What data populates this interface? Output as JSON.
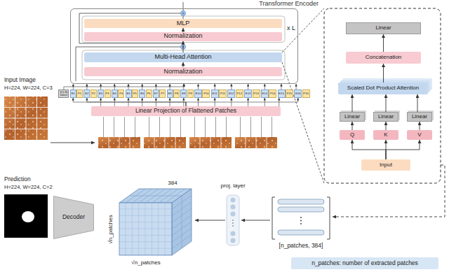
{
  "diagram": {
    "nodes": [
      {
        "text": [
          "Transformer Encoder"
        ]
      },
      {
        "text": [
          "MLP"
        ],
        "in": 0
      },
      {
        "text": [
          "Normalization"
        ],
        "in": 0
      },
      {
        "text": [
          "Multi-Head Attention"
        ],
        "in": 0
      },
      {
        "text": [
          "Normalization"
        ],
        "in": 0
      },
      {
        "text": [
          "Linear"
        ]
      },
      {
        "text": [
          "Concatenation"
        ]
      },
      {
        "text": [
          "Scaled Dot Product Attention"
        ]
      },
      {
        "text": [
          "Linear"
        ]
      },
      {
        "text": [
          "Linear"
        ]
      },
      {
        "text": [
          "Linear"
        ]
      },
      {
        "text": [
          "Q"
        ]
      },
      {
        "text": [
          "K"
        ]
      },
      {
        "text": [
          "V"
        ]
      },
      {
        "text": [
          "Input"
        ]
      },
      {
        "text": [
          "[CLS] token"
        ]
      },
      {
        "text": [
          "E1"
        ]
      },
      {
        "text": [
          "P1"
        ]
      },
      {
        "text": [
          "E2"
        ]
      },
      {
        "text": [
          "P2"
        ]
      },
      {
        "text": [
          "E3"
        ]
      },
      {
        "text": [
          "P3"
        ]
      },
      {
        "text": [
          "E4"
        ]
      },
      {
        "text": [
          "P4"
        ]
      },
      {
        "text": [
          "E5"
        ]
      },
      {
        "text": [
          "P5"
        ]
      },
      {
        "text": [
          "E6"
        ]
      },
      {
        "text": [
          "P6"
        ]
      },
      {
        "text": [
          "E7"
        ]
      },
      {
        "text": [
          "P7"
        ]
      },
      {
        "text": [
          "E8"
        ]
      },
      {
        "text": [
          "P8"
        ]
      },
      {
        "text": [
          "E9"
        ]
      },
      {
        "text": [
          "P9"
        ]
      },
      {
        "text": [
          "E10"
        ]
      },
      {
        "text": [
          "P10"
        ]
      },
      {
        "text": [
          "E11"
        ]
      },
      {
        "text": [
          "P11"
        ]
      },
      {
        "text": [
          "E12"
        ]
      },
      {
        "text": [
          "P12"
        ]
      },
      {
        "text": [
          "E13"
        ]
      },
      {
        "text": [
          "P13"
        ]
      },
      {
        "text": [
          "E14"
        ]
      },
      {
        "text": [
          "P14"
        ]
      },
      {
        "text": [
          "E15"
        ]
      },
      {
        "text": [
          "P15"
        ]
      },
      {
        "text": [
          "E16"
        ]
      },
      {
        "text": [
          "P16"
        ]
      },
      {
        "text": [
          "Linear Projection of Flattened Patches"
        ]
      },
      {
        "text": [
          "Decoder"
        ]
      },
      {
        "text": [
          "n_patches: number of extracted patches"
        ]
      }
    ],
    "edges": [
      {
        "from": 4,
        "to": 3,
        "arrow": "to"
      },
      {
        "from": 3,
        "to": 2,
        "arrow": "to"
      },
      {
        "from": 2,
        "to": 1,
        "arrow": "to"
      },
      {
        "from": 14,
        "to": 11,
        "arrow": "to"
      },
      {
        "from": 14,
        "to": 12,
        "arrow": "to"
      },
      {
        "from": 14,
        "to": 13,
        "arrow": "to"
      },
      {
        "from": 11,
        "to": 8,
        "arrow": "to"
      },
      {
        "from": 12,
        "to": 9,
        "arrow": "to"
      },
      {
        "from": 13,
        "to": 10,
        "arrow": "to"
      },
      {
        "from": 8,
        "to": 7,
        "arrow": "to"
      },
      {
        "from": 9,
        "to": 7,
        "arrow": "to"
      },
      {
        "from": 10,
        "to": 7,
        "arrow": "to"
      },
      {
        "from": 7,
        "to": 6,
        "arrow": "to"
      },
      {
        "from": 6,
        "to": 5,
        "arrow": "to"
      },
      {
        "from": 48,
        "to": 16,
        "arrow": "to"
      },
      {
        "from": 48,
        "to": 18,
        "arrow": "to"
      },
      {
        "from": 48,
        "to": 20,
        "arrow": "to"
      },
      {
        "from": 48,
        "to": 22,
        "arrow": "to"
      },
      {
        "from": 48,
        "to": 24,
        "arrow": "to"
      },
      {
        "from": 48,
        "to": 26,
        "arrow": "to"
      },
      {
        "from": 48,
        "to": 28,
        "arrow": "to"
      },
      {
        "from": 48,
        "to": 30,
        "arrow": "to"
      },
      {
        "from": 48,
        "to": 32,
        "arrow": "to"
      },
      {
        "from": 48,
        "to": 34,
        "arrow": "to"
      },
      {
        "from": 48,
        "to": 36,
        "arrow": "to"
      },
      {
        "from": 48,
        "to": 38,
        "arrow": "to"
      },
      {
        "from": 48,
        "to": 40,
        "arrow": "to"
      },
      {
        "from": 48,
        "to": 42,
        "arrow": "to"
      },
      {
        "from": 48,
        "to": 44,
        "arrow": "to"
      },
      {
        "from": 48,
        "to": 46,
        "arrow": "to"
      },
      {
        "from": 15,
        "to": 0,
        "arrow": "to"
      },
      {
        "from": 16,
        "to": 0,
        "arrow": "to"
      },
      {
        "from": 18,
        "to": 0,
        "arrow": "to"
      },
      {
        "from": 20,
        "to": 0,
        "arrow": "to"
      },
      {
        "from": 22,
        "to": 0,
        "arrow": "to"
      },
      {
        "from": 24,
        "to": 0,
        "arrow": "to"
      },
      {
        "from": 26,
        "to": 0,
        "arrow": "to"
      },
      {
        "from": 28,
        "to": 0,
        "arrow": "to"
      },
      {
        "from": 30,
        "to": 0,
        "arrow": "to"
      },
      {
        "from": 32,
        "to": 0,
        "arrow": "to"
      },
      {
        "from": 34,
        "to": 0,
        "arrow": "to"
      },
      {
        "from": 36,
        "to": 0,
        "arrow": "to"
      },
      {
        "from": 38,
        "to": 0,
        "arrow": "to"
      },
      {
        "from": 40,
        "to": 0,
        "arrow": "to"
      },
      {
        "from": 42,
        "to": 0,
        "arrow": "to"
      },
      {
        "from": 44,
        "to": 0,
        "arrow": "to"
      },
      {
        "from": 46,
        "to": 0,
        "arrow": "to"
      }
    ],
    "labels": [
      "x L",
      "Input Image",
      "H=224, W=224, C=3",
      "Prediction",
      "H=224, W=224, C=2",
      "384",
      "√n_patches",
      "√n_patches",
      "proj. layer",
      "[n_patches, 384]"
    ]
  }
}
